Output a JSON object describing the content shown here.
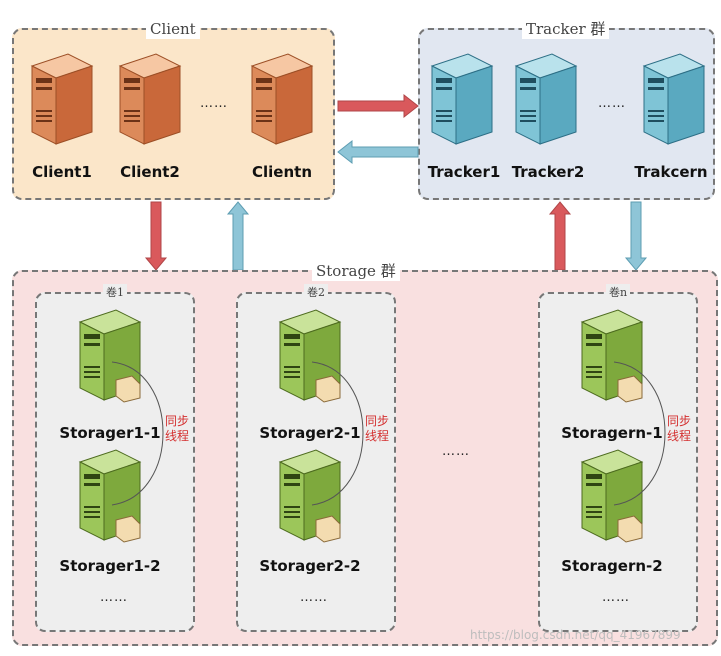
{
  "client": {
    "title": "Client",
    "servers": [
      "Client1",
      "Client2",
      "Clientn"
    ],
    "ellipsis": "……"
  },
  "tracker": {
    "title": "Tracker 群",
    "servers": [
      "Tracker1",
      "Tracker2",
      "Trakcern"
    ],
    "ellipsis": "……"
  },
  "storage": {
    "title": "Storage 群",
    "between_volumes": "……",
    "volumes": [
      {
        "title": "卷1",
        "servers": [
          "Storager1-1",
          "Storager1-2"
        ],
        "sync": [
          "同步",
          "线程"
        ],
        "more": "……"
      },
      {
        "title": "卷2",
        "servers": [
          "Storager2-1",
          "Storager2-2"
        ],
        "sync": [
          "同步",
          "线程"
        ],
        "more": "……"
      },
      {
        "title": "卷n",
        "servers": [
          "Storagern-1",
          "Storagern-2"
        ],
        "sync": [
          "同步",
          "线程"
        ],
        "more": "……"
      }
    ]
  },
  "watermark": "https://blog.csdn.net/qq_41967899",
  "colors": {
    "client_bg": "#fbe6c9",
    "tracker_bg": "#e1e7f1",
    "storage_bg": "#f9e0e0",
    "arrow_red": "#d9595c",
    "arrow_blue": "#8ec5d7",
    "sync_text": "#d43030"
  }
}
